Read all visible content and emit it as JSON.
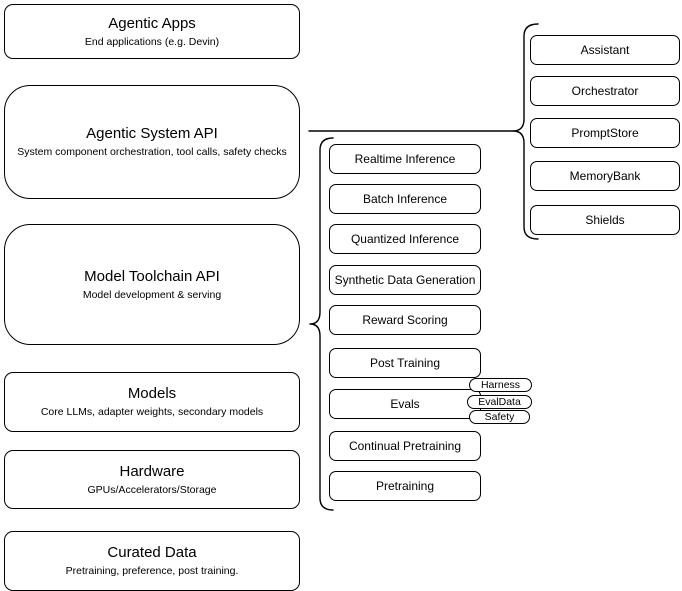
{
  "left_stack": [
    {
      "title": "Agentic Apps",
      "subtitle": "End applications (e.g. Devin)"
    },
    {
      "title": "Agentic System API",
      "subtitle": "System component orchestration, tool calls, safety checks"
    },
    {
      "title": "Model Toolchain API",
      "subtitle": "Model development & serving"
    },
    {
      "title": "Models",
      "subtitle": "Core LLMs, adapter weights, secondary models"
    },
    {
      "title": "Hardware",
      "subtitle": "GPUs/Accelerators/Storage"
    },
    {
      "title": "Curated Data",
      "subtitle": "Pretraining, preference, post training."
    }
  ],
  "toolchain_components": [
    "Realtime Inference",
    "Batch Inference",
    "Quantized Inference",
    "Synthetic Data Generation",
    "Reward Scoring",
    "Post Training",
    "Evals",
    "Continual Pretraining",
    "Pretraining"
  ],
  "evals_badges": [
    "Harness",
    "EvalData",
    "Safety"
  ],
  "system_components": [
    "Assistant",
    "Orchestrator",
    "PromptStore",
    "MemoryBank",
    "Shields"
  ],
  "colors": {
    "stroke": "#000000",
    "fill": "#ffffff",
    "text": "#000000"
  }
}
